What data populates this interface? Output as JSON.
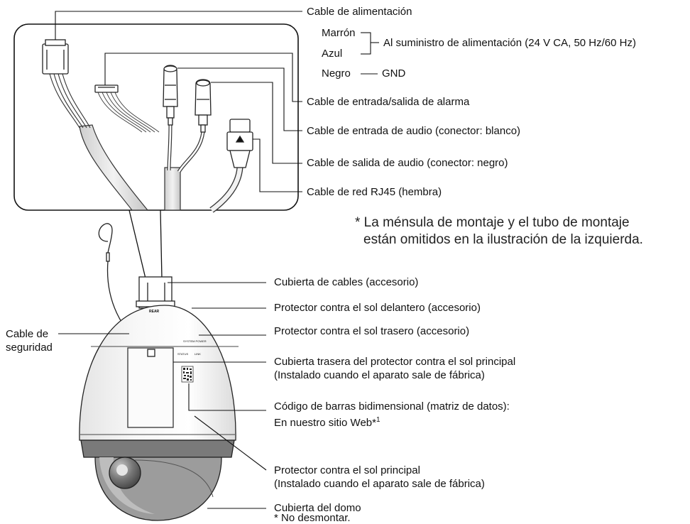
{
  "labels": {
    "power_cable": "Cable de alimentación",
    "brown": "Marrón",
    "blue": "Azul",
    "to_power_supply": "Al suministro de alimentación (24 V CA, 50 Hz/60 Hz)",
    "black": "Negro",
    "gnd": "GND",
    "alarm_cable": "Cable de entrada/salida de alarma",
    "audio_in_cable": "Cable de entrada de audio (conector: blanco)",
    "audio_out_cable": "Cable de salida de audio (conector: negro)",
    "network_cable": "Cable de red RJ45 (hembra)",
    "cable_cover": "Cubierta de cables (accesorio)",
    "front_sunshield": "Protector contra el sol delantero (accesorio)",
    "safety_cable_line1": "Cable de",
    "safety_cable_line2": "seguridad",
    "rear_sunshield": "Protector contra el sol trasero (accesorio)",
    "main_rear_cover_line1": "Cubierta trasera del protector contra el sol principal",
    "main_rear_cover_line2": "(Instalado cuando el aparato sale de fábrica)",
    "barcode_line1": "Código de barras bidimensional (matriz de datos):",
    "barcode_line2": "En nuestro sitio Web*",
    "barcode_sup": "1",
    "main_sunshield_line1": "Protector contra el sol principal",
    "main_sunshield_line2": "(Instalado cuando el aparato sale de fábrica)",
    "dome_cover_line1": "Cubierta del domo",
    "dome_cover_line2": "* No desmontar."
  },
  "note": {
    "line1": "* La ménsula de montaje y el tubo de montaje",
    "line2": "están omitidos en la ilustración de la izquierda."
  },
  "markings": {
    "rear": "REAR",
    "status": "STATUS",
    "link": "LINK",
    "top_label": "SYSTEM POWER"
  }
}
